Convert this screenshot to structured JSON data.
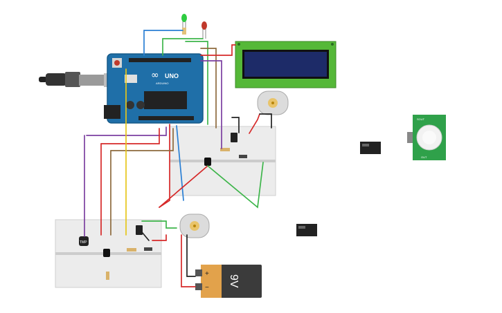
{
  "arduino": {
    "model": "UNO",
    "brand": "ARDUINO",
    "logo_glyph": "∞"
  },
  "battery": {
    "label": "9V",
    "plus": "+",
    "minus": "−"
  },
  "pir_sensor": {
    "top_label": "SOUT",
    "bottom_label": "OUT"
  },
  "ic_chip": {
    "label": "TMP"
  },
  "colors": {
    "arduino_board": "#1f6fa8",
    "breadboard": "#ececec",
    "lcd_pcb": "#55b838",
    "lcd_screen": "#1d2b68",
    "battery_body": "#3b3b3b",
    "battery_cap": "#e2a24b",
    "pir_board": "#2fa14a",
    "motor_body": "#dcdcdc",
    "motor_shaft": "#e9c46a",
    "wire_red": "#d62828",
    "wire_black": "#222222",
    "wire_blue": "#2a7fd4",
    "wire_green": "#3db54a",
    "wire_purple": "#7b3fa0",
    "wire_yellow": "#e6c619",
    "wire_brown": "#8d6a3d",
    "led_green": "#2ecc40",
    "led_red": "#c0392b"
  },
  "icons": {
    "usb_cable": "usb-cable-icon",
    "motor": "dc-motor-icon",
    "relay": "relay-module-icon",
    "led": "led-icon",
    "resistor": "resistor-icon"
  }
}
